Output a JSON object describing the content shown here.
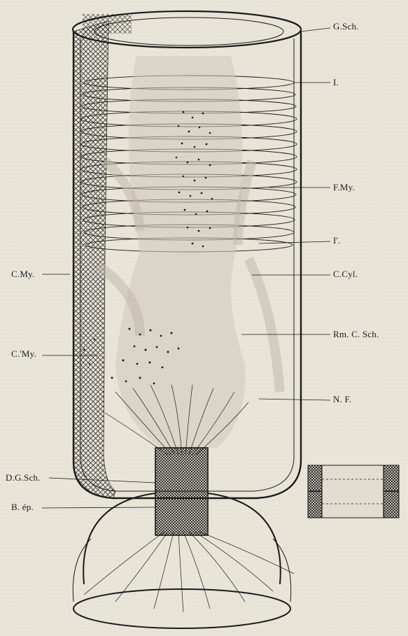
{
  "labels": {
    "g_sch": "G.Sch.",
    "i": "I.",
    "f_my": "F.My.",
    "i_prime": "I'.",
    "c_my": "C.My.",
    "c_cyl": "C.Cyl.",
    "rm_c_sch": "Rm. C. Sch.",
    "c_prime_my": "C.'My.",
    "n_f": "N. F.",
    "dg_sch": "D.G.Sch.",
    "b_ep": "B. ép."
  },
  "colors": {
    "paper": "#e9e4d8",
    "ink": "#1a1a1a",
    "wash": "#cfc9bb"
  }
}
